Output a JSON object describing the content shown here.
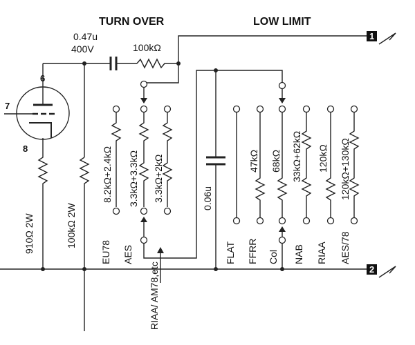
{
  "headers": {
    "turn_over": "TURN OVER",
    "low_limit": "LOW LIMIT"
  },
  "ports": {
    "out1": "1",
    "out2": "2"
  },
  "tube": {
    "pin_plate": "6",
    "pin_grid": "7",
    "pin_cathode": "8"
  },
  "coupling": {
    "cap_value": "0.47u",
    "cap_voltage": "400V",
    "series_resistor": "100kΩ"
  },
  "bias": {
    "cathode_resistor": "910Ω 2W",
    "grid_resistor": "100kΩ 2W"
  },
  "turnover": {
    "options": [
      {
        "label": "EU78",
        "resistor": "8.2kΩ+2.4kΩ"
      },
      {
        "label": "AES",
        "resistor": "3.3kΩ+3.3kΩ"
      },
      {
        "label": "",
        "resistor": "3.3kΩ+2kΩ"
      }
    ],
    "note": "RIAA/ AM78,etc"
  },
  "lowlimit": {
    "capacitor": "0.06u",
    "options": [
      {
        "label": "FLAT",
        "resistor": ""
      },
      {
        "label": "FFRR",
        "resistor": "47kΩ"
      },
      {
        "label": "Col",
        "resistor": "68kΩ"
      },
      {
        "label": "NAB",
        "resistor": "33kΩ+62kΩ"
      },
      {
        "label": "RIAA",
        "resistor": "120kΩ"
      },
      {
        "label": "AES/78",
        "resistor": "120kΩ+130kΩ"
      }
    ]
  }
}
